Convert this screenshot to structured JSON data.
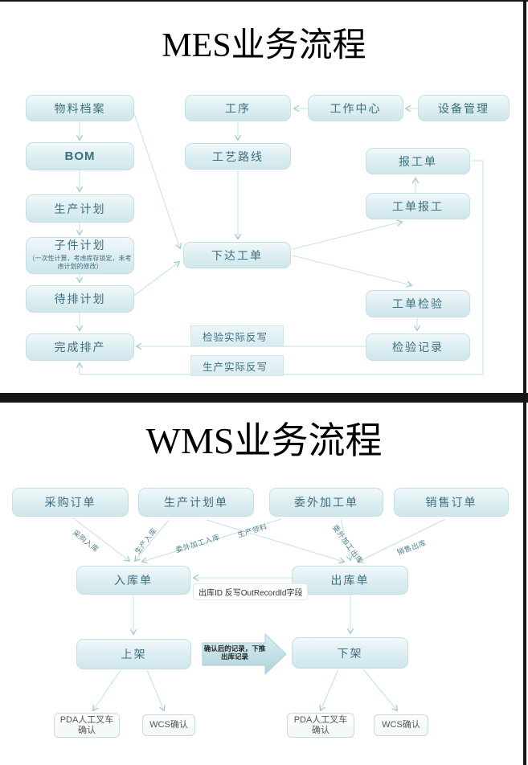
{
  "mes": {
    "title": "MES业务流程",
    "nodes": {
      "material_archive": "物料档案",
      "bom": "BOM",
      "production_plan": "生产计划",
      "subitem_plan": "子件计划",
      "subitem_plan_note": "（一次性计算，考虑库存锁定，未考虑计划的修改）",
      "pending_schedule": "待排计划",
      "finish_schedule": "完成排产",
      "process": "工序",
      "work_center": "工作中心",
      "equipment_mgmt": "设备管理",
      "process_route": "工艺路线",
      "release_work_order": "下达工单",
      "work_report_sheet": "报工单",
      "work_order_report": "工单报工",
      "work_order_inspection": "工单检验",
      "inspection_record": "检验记录"
    },
    "edge_labels": {
      "inspection_writeback": "检验实际反写",
      "production_writeback": "生产实际反写"
    }
  },
  "wms": {
    "title": "WMS业务流程",
    "nodes": {
      "purchase_order": "采购订单",
      "production_plan_order": "生产计划单",
      "outsourcing_order": "委外加工单",
      "sales_order": "销售订单",
      "inbound_order": "入库单",
      "outbound_order": "出库单",
      "putaway": "上架",
      "take_down": "下架",
      "pda_confirm": "PDA人工叉车确认",
      "wcs_confirm": "WCS确认"
    },
    "edge_labels": {
      "purchase_inbound": "采购入库",
      "production_inbound": "生产入库",
      "outsourcing_inbound": "委外加工入库",
      "production_picking": "生产领料",
      "outsourcing_outbound": "委外加工出库",
      "sales_outbound": "销售出库",
      "id_writeback": "出库ID 反写OutRecordId字段",
      "push_note": "确认后的记录，下推出库记录"
    }
  }
}
